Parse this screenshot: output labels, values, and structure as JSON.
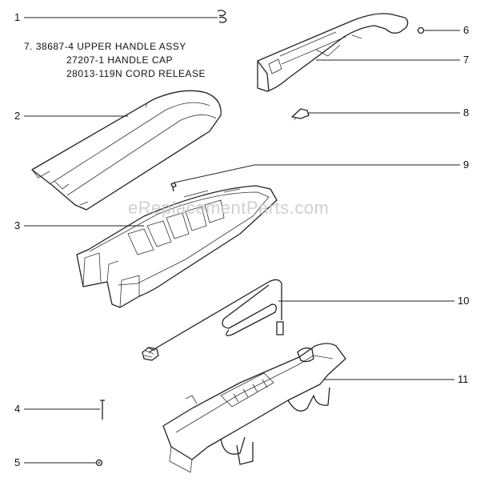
{
  "note": {
    "line1": "7. 38687-4 UPPER HANDLE ASSY",
    "line2": "27207-1 HANDLE CAP",
    "line3": "28013-119N CORD RELEASE"
  },
  "watermark": "eReplacementParts.com",
  "callouts": {
    "c1": "1",
    "c2": "2",
    "c3": "3",
    "c4": "4",
    "c5": "5",
    "c6": "6",
    "c7": "7",
    "c8": "8",
    "c9": "9",
    "c10": "10",
    "c11": "11"
  }
}
